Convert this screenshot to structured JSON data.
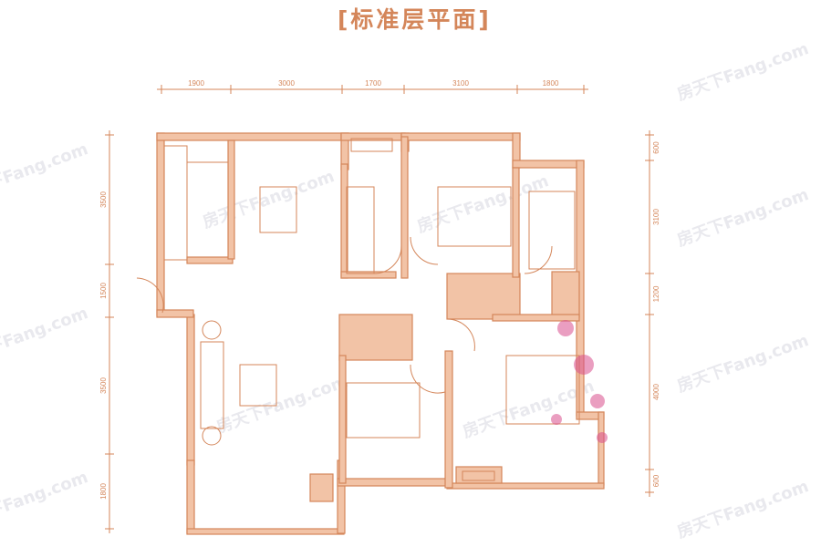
{
  "title": "[标准层平面]",
  "watermark": "房天下Fang.com",
  "colors": {
    "line": "#d4865a",
    "fill": "#e7a27a",
    "accent": "#d94f8e"
  },
  "dimensions": {
    "top": [
      "1900",
      "3000",
      "1700",
      "3100",
      "1800"
    ],
    "left": [
      "3500",
      "1500",
      "3500",
      "1800"
    ],
    "right": [
      "600",
      "3100",
      "1200",
      "4000",
      "600"
    ]
  }
}
